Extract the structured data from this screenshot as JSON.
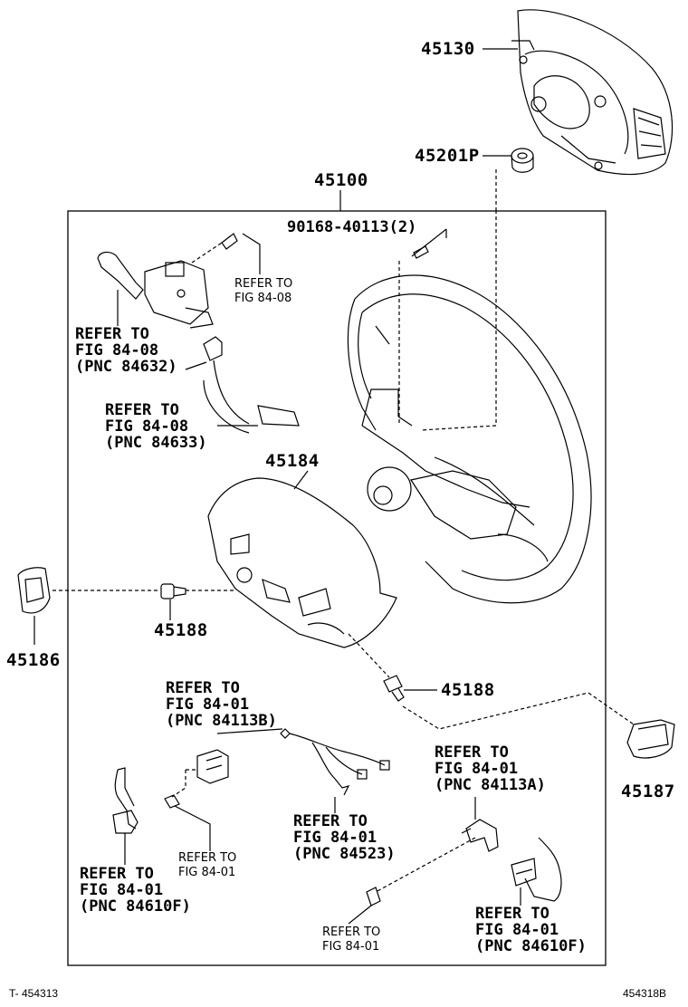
{
  "parts": {
    "p45130": "45130",
    "p45201p": "45201P",
    "p45100": "45100",
    "p90168": "90168-40113(2)",
    "p45184": "45184",
    "p45188a": "45188",
    "p45188b": "45188",
    "p45186": "45186",
    "p45187": "45187"
  },
  "refs": {
    "ref_84632": [
      "REFER TO",
      "FIG 84-08",
      "(PNC 84632)"
    ],
    "ref_fig8408_small": [
      "REFER TO",
      "FIG 84-08"
    ],
    "ref_84633": [
      "REFER TO",
      "FIG 84-08",
      "(PNC 84633)"
    ],
    "ref_84113b": [
      "REFER TO",
      "FIG 84-01",
      "(PNC 84113B)"
    ],
    "ref_84113a": [
      "REFER TO",
      "FIG 84-01",
      "(PNC 84113A)"
    ],
    "ref_84523": [
      "REFER TO",
      "FIG 84-01",
      "(PNC 84523)"
    ],
    "ref_84610f_left": [
      "REFER TO",
      "FIG 84-01",
      "(PNC 84610F)"
    ],
    "ref_84610f_right": [
      "REFER TO",
      "FIG 84-01",
      "(PNC 84610F)"
    ],
    "ref_fig8401_small_a": [
      "REFER TO",
      "FIG 84-01"
    ],
    "ref_fig8401_small_b": [
      "REFER TO",
      "FIG 84-01"
    ]
  },
  "footer": {
    "left_code": "T- 454313",
    "right_code": "454318B"
  },
  "colors": {
    "ink": "#000000",
    "paper": "#ffffff"
  }
}
